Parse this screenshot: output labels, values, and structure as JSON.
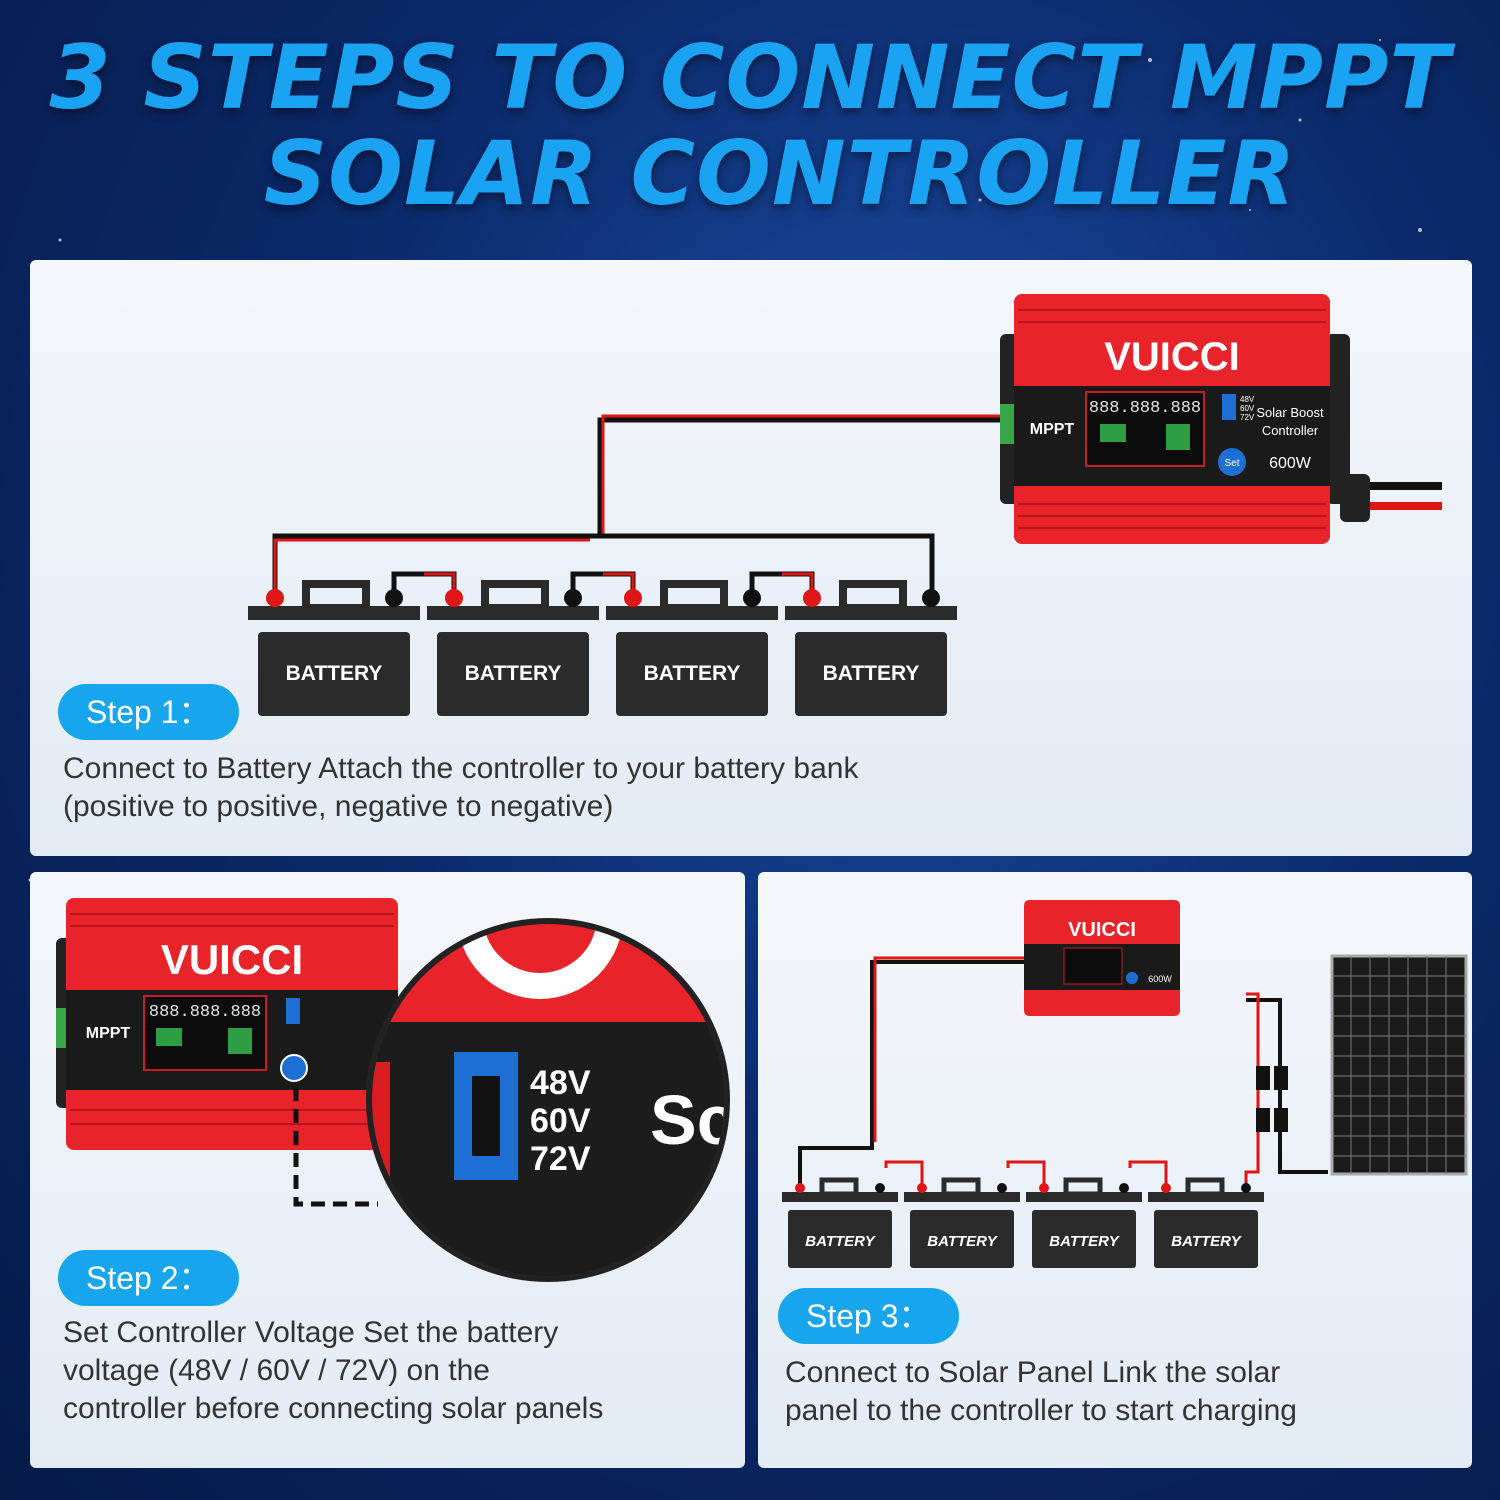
{
  "headline": {
    "line1": "3 STEPS TO CONNECT MPPT",
    "line2": "SOLAR CONTROLLER"
  },
  "device": {
    "brand": "VUICCI",
    "mode": "MPPT",
    "name_line1": "Solar Boost",
    "name_line2": "Controller",
    "power": "600W",
    "set_label": "Set",
    "volts": [
      "48V",
      "60V",
      "72V"
    ],
    "display": "888.888.888"
  },
  "battery_label": "BATTERY",
  "steps": [
    {
      "pill": "Step 1：",
      "desc_line1": "Connect to Battery Attach the controller to your battery bank",
      "desc_line2": "(positive to positive, negative to negative)"
    },
    {
      "pill": "Step 2：",
      "desc_line1": "Set Controller Voltage Set the battery",
      "desc_line2": "voltage (48V / 60V / 72V) on the",
      "desc_line3": "controller before connecting solar panels"
    },
    {
      "pill": "Step 3：",
      "desc_line1": "Connect to Solar Panel Link the solar",
      "desc_line2": "panel to the controller to start charging"
    }
  ],
  "zoom": {
    "volts": [
      "48V",
      "60V",
      "72V"
    ],
    "partial": "Sc"
  },
  "colors": {
    "accent": "#17a6ee",
    "device_red": "#e8232a",
    "wire_red": "#e01515",
    "battery": "#2b2b2b"
  }
}
